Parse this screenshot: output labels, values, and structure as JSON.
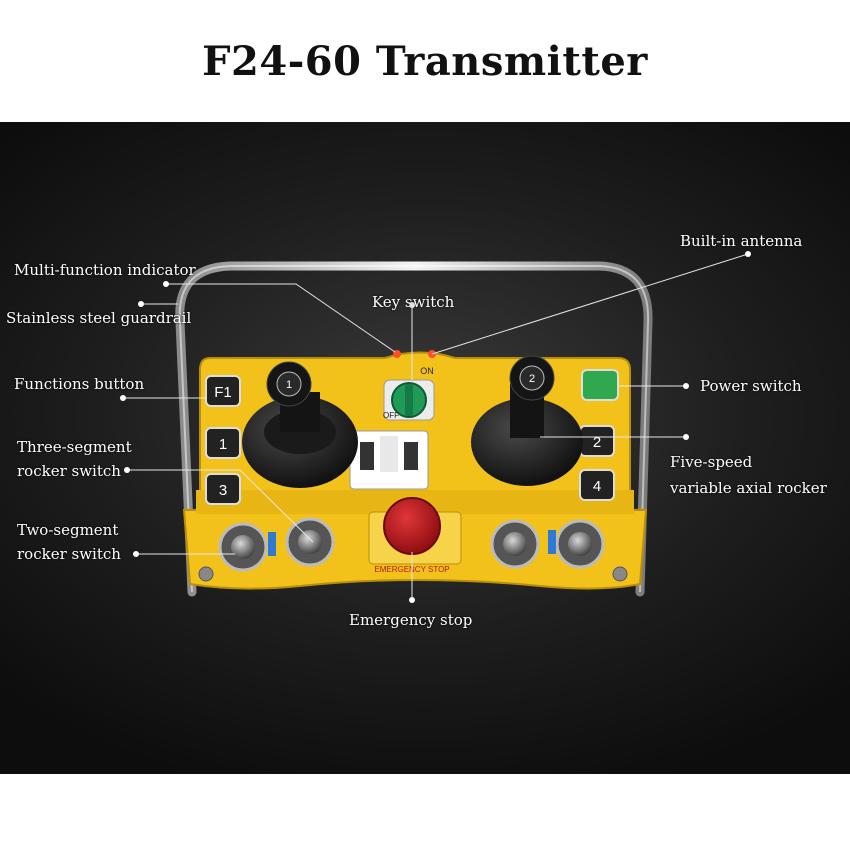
{
  "title": "F24-60 Transmitter",
  "labels": {
    "multi_function_indicator": "Multi-function indicator",
    "stainless_steel_guardrail": "Stainless steel guardrail",
    "functions_button": "Functions button",
    "three_segment_line1": "Three-segment",
    "three_segment_line2": "rocker switch",
    "two_segment_line1": "Two-segment",
    "two_segment_line2": "rocker switch",
    "built_in_antenna": "Built-in antenna",
    "key_switch": "Key switch",
    "power_switch": "Power switch",
    "five_speed_line1": "Five-speed",
    "five_speed_line2": "variable axial rocker",
    "emergency_stop": "Emergency stop"
  },
  "device": {
    "button_f1": "F1",
    "button_1": "1",
    "button_2": "2",
    "button_3": "3",
    "button_4": "4",
    "joystick_left_badge": "1",
    "joystick_right_badge": "2",
    "key_on": "ON",
    "key_off": "OFF",
    "emergency_text": "EMERGENCY STOP"
  },
  "colors": {
    "panel_yellow": "#f3c21a",
    "key_green": "#1f9a57",
    "power_green": "#39c35a",
    "stop_red": "#b3161a"
  }
}
